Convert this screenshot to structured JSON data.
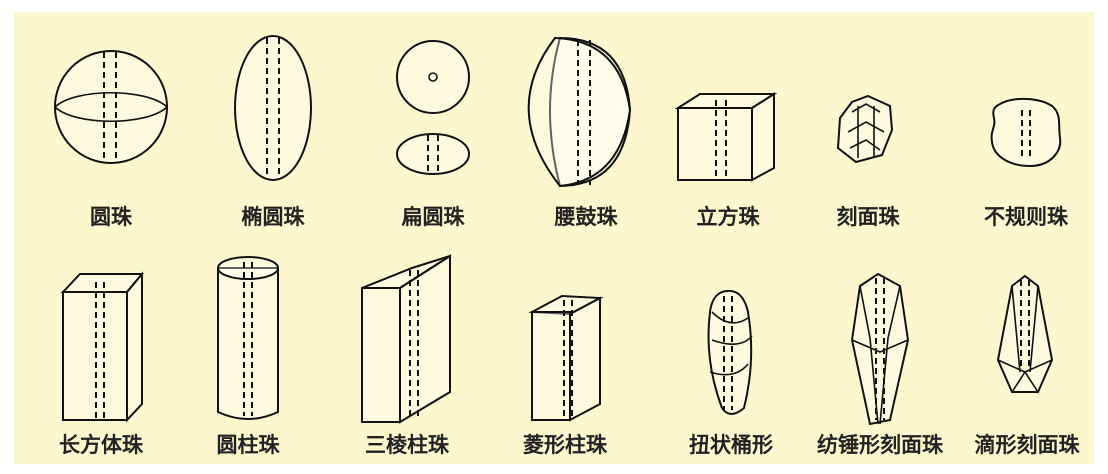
{
  "bead_types": [
    {
      "label": "圆珠",
      "icon": "sphere-bead"
    },
    {
      "label": "椭圆珠",
      "icon": "ellipse-bead"
    },
    {
      "label": "扁圆珠",
      "icon": "flat-round-bead"
    },
    {
      "label": "腰鼓珠",
      "icon": "drum-bead"
    },
    {
      "label": "立方珠",
      "icon": "cube-bead"
    },
    {
      "label": "刻面珠",
      "icon": "faceted-bead"
    },
    {
      "label": "不规则珠",
      "icon": "irregular-bead"
    },
    {
      "label": "长方体珠",
      "icon": "cuboid-bead"
    },
    {
      "label": "圆柱珠",
      "icon": "cylinder-bead"
    },
    {
      "label": "三棱柱珠",
      "icon": "triangular-prism-bead"
    },
    {
      "label": "菱形柱珠",
      "icon": "rhombic-prism-bead"
    },
    {
      "label": "扭状桶形",
      "icon": "twisted-barrel-bead"
    },
    {
      "label": "纺锤形刻面珠",
      "icon": "spindle-faceted-bead"
    },
    {
      "label": "滴形刻面珠",
      "icon": "drop-faceted-bead"
    }
  ]
}
